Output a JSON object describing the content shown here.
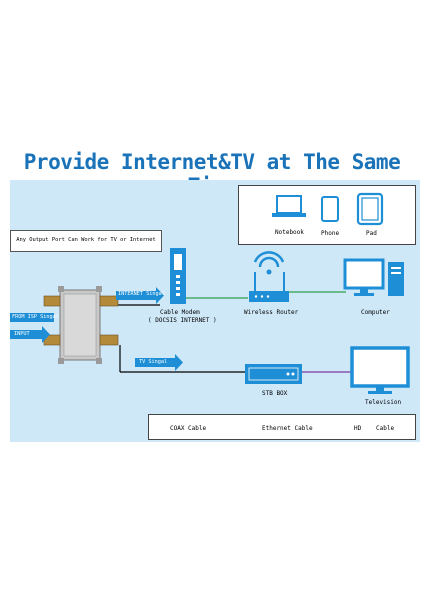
{
  "title": "Provide Internet&TV at The Same Time",
  "note": "Any Output Port Can Work for TV or Internet",
  "devices": {
    "notebook": "Notebook",
    "phone": "Phone",
    "pad": "Pad",
    "cable_modem": "Cable Modem",
    "cable_modem_sub": "( DOCSIS INTERNET )",
    "router": "Wireless Router",
    "computer": "Computer",
    "stb": "STB BOX",
    "tv": "Television"
  },
  "signals": {
    "internet": "INTERNET Singal",
    "tv": "TV Singal",
    "from": "FROM ISP Singal",
    "input": "INPUT"
  },
  "legend": {
    "coax": "COAX Cable",
    "ethernet": "Ethernet Cable",
    "hd": "HD",
    "hd_cable": "Cable"
  },
  "colors": {
    "device_blue": "#1e8fd6",
    "coax": "#000000",
    "ethernet": "#2e9e4a",
    "hd": "#7a3aa0"
  }
}
